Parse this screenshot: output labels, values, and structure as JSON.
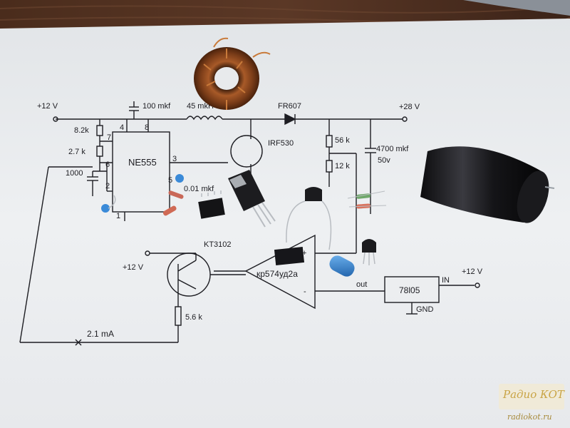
{
  "schematic": {
    "labels": {
      "plus12v_top": "+12 V",
      "cap_100": "100 mkf",
      "res_8k2": "8.2k",
      "res_2k7": "2.7 k",
      "cap_1000": "1000",
      "chip": "NE555",
      "pin4": "4",
      "pin8": "8",
      "pin7": "7",
      "pin6": "6",
      "pin2": "2",
      "pin3": "3",
      "pin1": "1",
      "pin5": "5",
      "cap_001": "0.01 mkf",
      "inductor": "45 mkH",
      "diode": "FR607",
      "mosfet": "IRF530",
      "plus28v": "+28 V",
      "res_56k": "56 k",
      "res_12k": "12 k",
      "cap_4700": "4700 mkf",
      "volt_50": "50v",
      "transistor": "KT3102",
      "plus12v_mid": "+12 V",
      "res_5k6": "5.6 k",
      "current": "2.1 mA",
      "opamp": "кр574уд2а",
      "opamp_minus": "-",
      "opamp_plus": "+",
      "out": "out",
      "regulator": "78l05",
      "in": "IN",
      "gnd": "GND",
      "plus12v_right": "+12 V"
    }
  },
  "watermark": {
    "line1": "Радио КОТ",
    "line2": "radiokot.ru"
  },
  "colors": {
    "table": "#3a2418",
    "paper": "#eceef0",
    "ink": "#1d1d22",
    "copper": "#8a4a22",
    "capacitor_blue": "#2e7fd0",
    "watermark_gold": "#c9a445"
  }
}
